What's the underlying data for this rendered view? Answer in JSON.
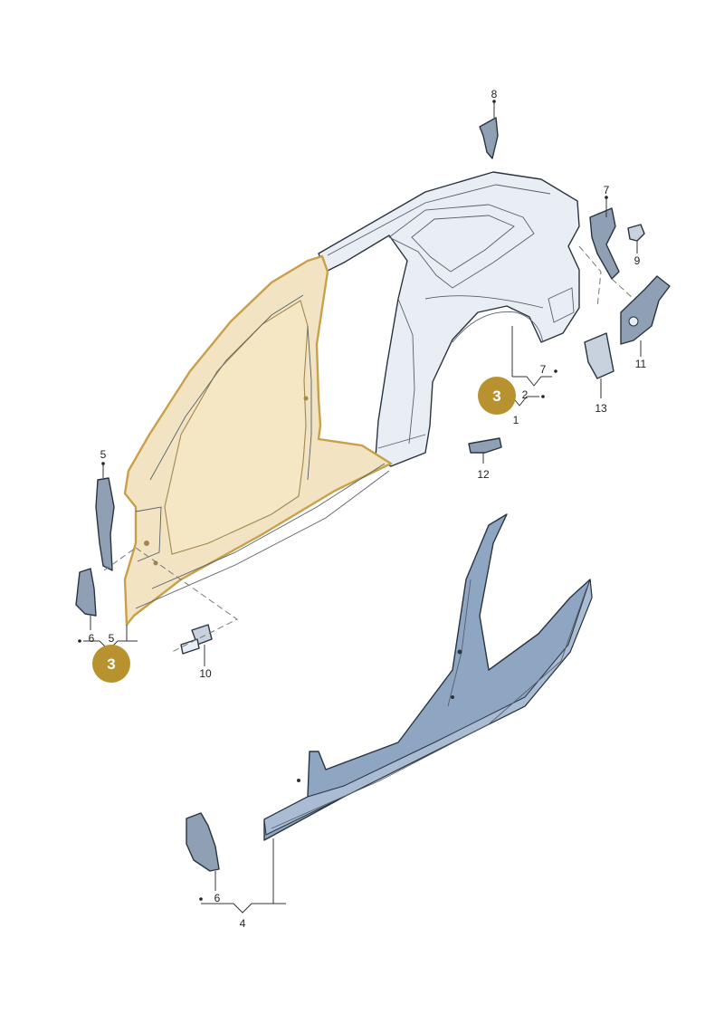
{
  "colors": {
    "highlight_fill": "#f2e4c2",
    "highlight_outline": "#c9a04a",
    "panel_light": "#e9eef5",
    "panel_mid": "#c8d2de",
    "panel_dark": "#8fa0b4",
    "sill_fill": "#8ea6c2",
    "badge": "#b8922e"
  },
  "badges": [
    {
      "id": "badge-right",
      "text": "3"
    },
    {
      "id": "badge-left",
      "text": "3"
    }
  ],
  "labels": {
    "p1": "1",
    "p2": "2",
    "p4": "4",
    "p5_top": "5",
    "p5_bottom": "5",
    "p6_left": "6",
    "p6_bottom": "6",
    "p7_top": "7",
    "p7_mid": "7",
    "p8": "8",
    "p9": "9",
    "p10": "10",
    "p11": "11",
    "p12": "12",
    "p13": "13"
  }
}
